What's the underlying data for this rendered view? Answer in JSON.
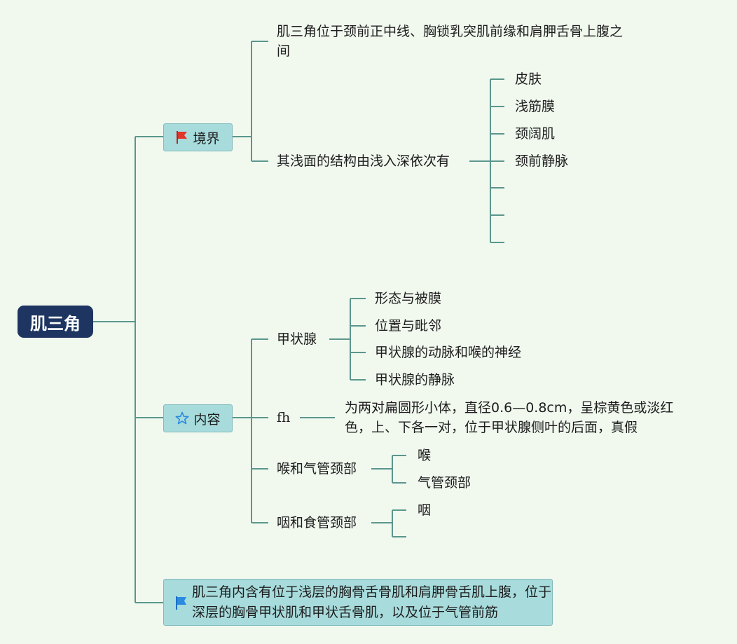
{
  "root": {
    "label": "肌三角"
  },
  "branches": {
    "boundary": {
      "label": "境界",
      "icon": "red-flag-icon",
      "children": {
        "c1": {
          "label": "肌三角位于颈前正中线、胸锁乳突肌前缘和肩胛舌骨上腹之间"
        },
        "c2": {
          "label": "其浅面的结构由浅入深依次有",
          "items": [
            "皮肤",
            "浅筋膜",
            "颈阔肌",
            "颈前静脉",
            "",
            "",
            ""
          ]
        }
      }
    },
    "content": {
      "label": "内容",
      "icon": "star-icon",
      "children": {
        "thyroid": {
          "label": "甲状腺",
          "items": [
            "形态与被膜",
            "位置与毗邻",
            "甲状腺的动脉和喉的神经",
            "甲状腺的静脉"
          ]
        },
        "fh": {
          "label": "fh",
          "desc": "为两对扁圆形小体，直径0.6—0.8cm，呈棕黄色或淡红色，上、下各一对，位于甲状腺侧叶的后面，真假"
        },
        "larynx": {
          "label": "喉和气管颈部",
          "items": [
            "喉",
            "气管颈部"
          ]
        },
        "pharynx": {
          "label": "咽和食管颈部",
          "items": [
            "咽",
            ""
          ]
        }
      }
    },
    "note": {
      "label": "肌三角内含有位于浅层的胸骨舌骨肌和肩胛骨舌肌上腹，位于深层的胸骨甲状肌和甲状舌骨肌，以及位于气管前筋",
      "icon": "blue-flag-icon"
    }
  },
  "colors": {
    "line": "#5a968d",
    "root": "#1d3560",
    "box": "#a8dbdc",
    "background": "#f1f9ef"
  }
}
